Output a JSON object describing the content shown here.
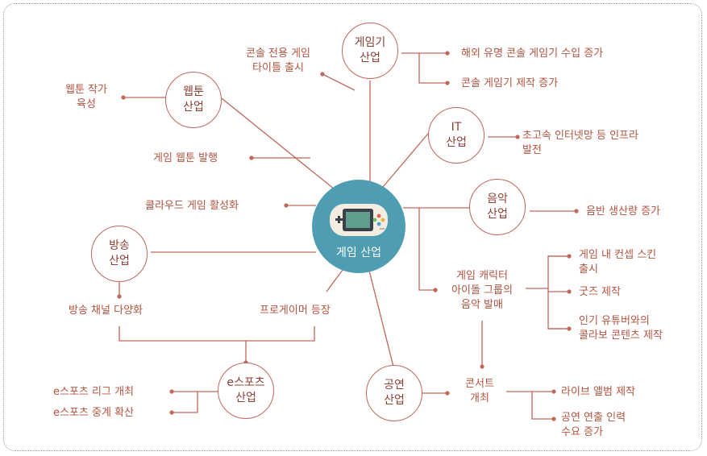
{
  "center": {
    "label": "게임 산업",
    "icon": "handheld-game-console-icon"
  },
  "colors": {
    "line": "#c0675a",
    "text": "#b3533f",
    "circle_text": "#8c4034",
    "center_bg": "#4e9db3"
  },
  "nodes": {
    "console": "게임기\n산업",
    "webtoon": "웹툰\n산업",
    "it": "IT\n산업",
    "music": "음악\n산업",
    "broadcast": "방송\n산업",
    "esports": "e스포츠\n산업",
    "performance": "공연\n산업"
  },
  "labels": {
    "console_only": "콘솔 전용 게임\n타이틀 출시",
    "overseas_import": "해외 유명 콘솔 게임기 수입 증가",
    "console_making": "콘솔 게임기 제작 증가",
    "webtoon_artist": "웹툰 작가\n육성",
    "game_webtoon": "게임 웹툰 발행",
    "internet": "초고속 인터넷망 등 인프라\n발전",
    "cloud": "클라우드 게임 활성화",
    "album": "음반 생산량 증가",
    "idol": "게임 캐릭터\n아이돌 그룹의\n음악 발매",
    "skin": "게임 내 컨셉 스킨\n출시",
    "goods": "굿즈 제작",
    "youtuber": "인기 유튜버와의\n콜라보 콘텐츠 제작",
    "channel": "방송 채널 다양화",
    "progamer": "프로게이머 등장",
    "league": "e스포츠 리그 개최",
    "relay": "e스포츠 중계 확산",
    "concert": "콘서트\n개최",
    "live_album": "라이브 앨범 제작",
    "staging": "공연 연출 인력\n수요 증가"
  }
}
